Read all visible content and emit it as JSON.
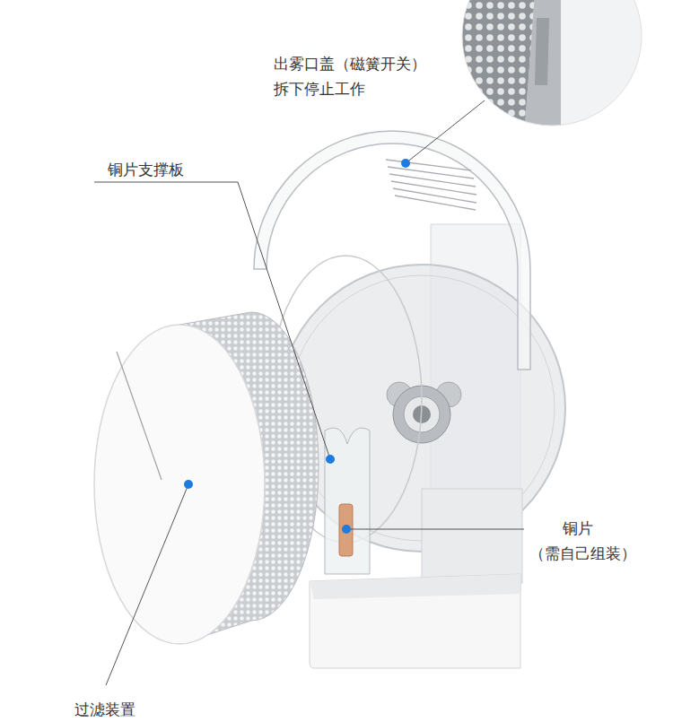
{
  "diagram": {
    "labels": [
      "出雾口盖（磁簧开关）",
      "拆下停止工作",
      "铜片支撑板",
      "铜片",
      "（需自己组装）",
      "过滤装置"
    ]
  }
}
